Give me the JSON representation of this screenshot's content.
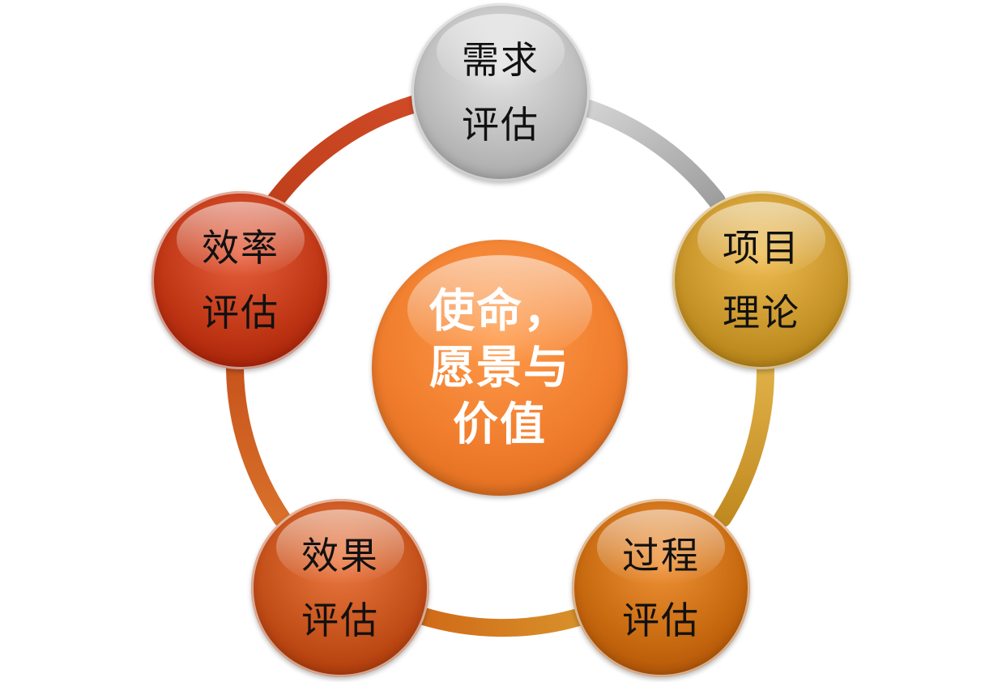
{
  "center": {
    "lines": [
      "使命，",
      "愿景与",
      "价值"
    ],
    "color": "#F07E2E"
  },
  "nodes": [
    {
      "id": "needs",
      "lines": [
        "需求",
        "评估"
      ],
      "color": "#BDBDBD"
    },
    {
      "id": "theory",
      "lines": [
        "项目",
        "理论"
      ],
      "color": "#C8952A"
    },
    {
      "id": "process",
      "lines": [
        "过程",
        "评估"
      ],
      "color": "#C86A10"
    },
    {
      "id": "outcome",
      "lines": [
        "效果",
        "评估"
      ],
      "color": "#C4501A"
    },
    {
      "id": "efficiency",
      "lines": [
        "效率",
        "评估"
      ],
      "color": "#BF3715"
    }
  ]
}
